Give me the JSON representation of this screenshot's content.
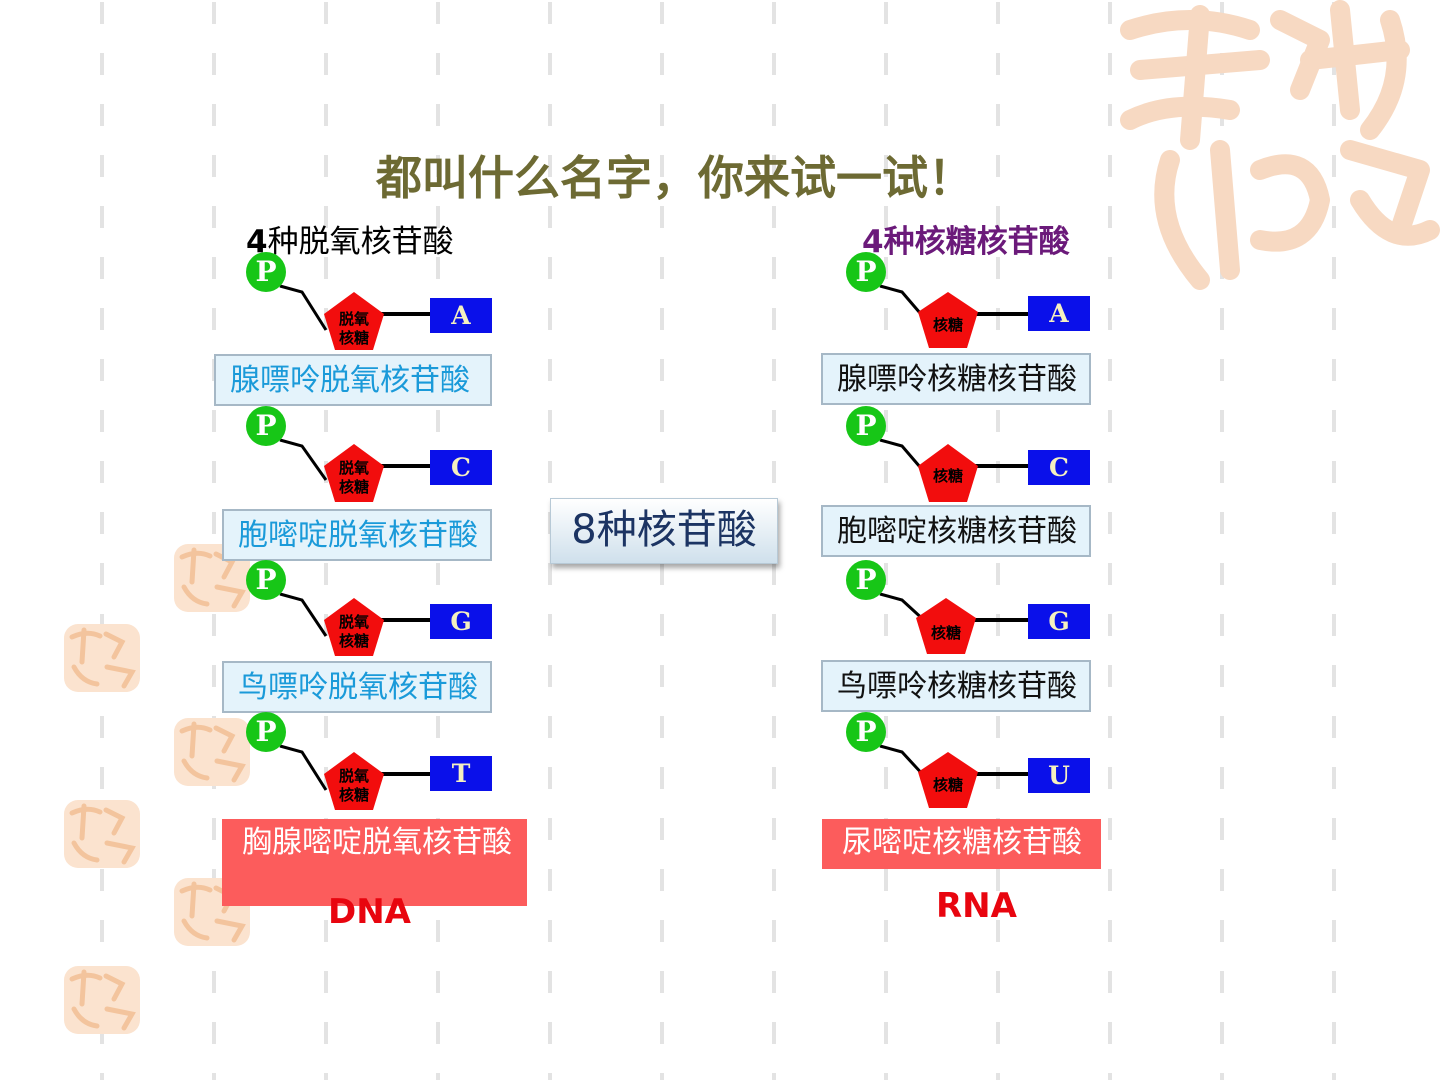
{
  "title": "都叫什么名字，你来试一试！",
  "center_label": "8种核苷酸",
  "dna": {
    "heading_num": "4",
    "heading_text": "种脱氧核苷酸",
    "strand_label": "DNA",
    "sugar_label_line1": "脱氧",
    "sugar_label_line2": "核糖",
    "phosphate_label": "P",
    "units": [
      {
        "base": "A",
        "name": "腺嘌呤脱氧核苷酸"
      },
      {
        "base": "C",
        "name": "胞嘧啶脱氧核苷酸"
      },
      {
        "base": "G",
        "name": "鸟嘌呤脱氧核苷酸"
      },
      {
        "base": "T",
        "name": "胸腺嘧啶脱氧核苷酸"
      }
    ]
  },
  "rna": {
    "heading_num": "4",
    "heading_text": "种核糖核苷酸",
    "strand_label": "RNA",
    "sugar_label": "核糖",
    "phosphate_label": "P",
    "units": [
      {
        "base": "A",
        "name": "腺嘌呤核糖核苷酸"
      },
      {
        "base": "C",
        "name": "胞嘧啶核糖核苷酸"
      },
      {
        "base": "G",
        "name": "鸟嘌呤核糖核苷酸"
      },
      {
        "base": "U",
        "name": "尿嘧啶核糖核苷酸"
      }
    ]
  },
  "colors": {
    "title": "#6d6a33",
    "dna_heading": "#000000",
    "rna_heading": "#6b1a7a",
    "phosphate": "#17c617",
    "sugar": "#f20d0d",
    "base": "#0a10ea",
    "dna_label_text": "#1a9ad9",
    "highlight_box": "#fc5c5c",
    "strand_label": "#e8050f"
  },
  "decor": {
    "watermark_icon": "seal-watermark-icon"
  }
}
